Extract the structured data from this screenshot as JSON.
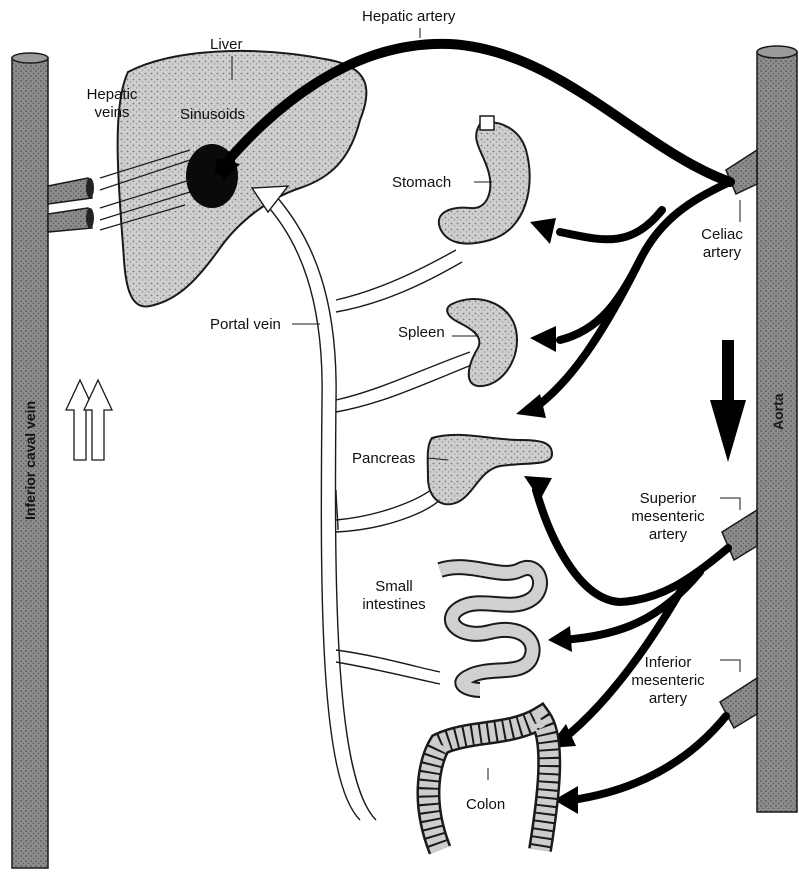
{
  "labels": {
    "hepatic_artery": "Hepatic artery",
    "liver": "Liver",
    "hepatic_veins_1": "Hepatic",
    "hepatic_veins_2": "veins",
    "sinusoids": "Sinusoids",
    "stomach": "Stomach",
    "celiac_1": "Celiac",
    "celiac_2": "artery",
    "portal_vein": "Portal vein",
    "spleen": "Spleen",
    "pancreas": "Pancreas",
    "sup_mes_1": "Superior",
    "sup_mes_2": "mesenteric",
    "sup_mes_3": "artery",
    "small_int_1": "Small",
    "small_int_2": "intestines",
    "inf_mes_1": "Inferior",
    "inf_mes_2": "mesenteric",
    "inf_mes_3": "artery",
    "colon": "Colon",
    "ivc": "Inferior caval vein",
    "aorta": "Aorta"
  },
  "colors": {
    "vessel_fill": "#8a8a8a",
    "artery": "#000000",
    "organ_fill": "#c9c9c9",
    "outline": "#1a1a1a"
  }
}
